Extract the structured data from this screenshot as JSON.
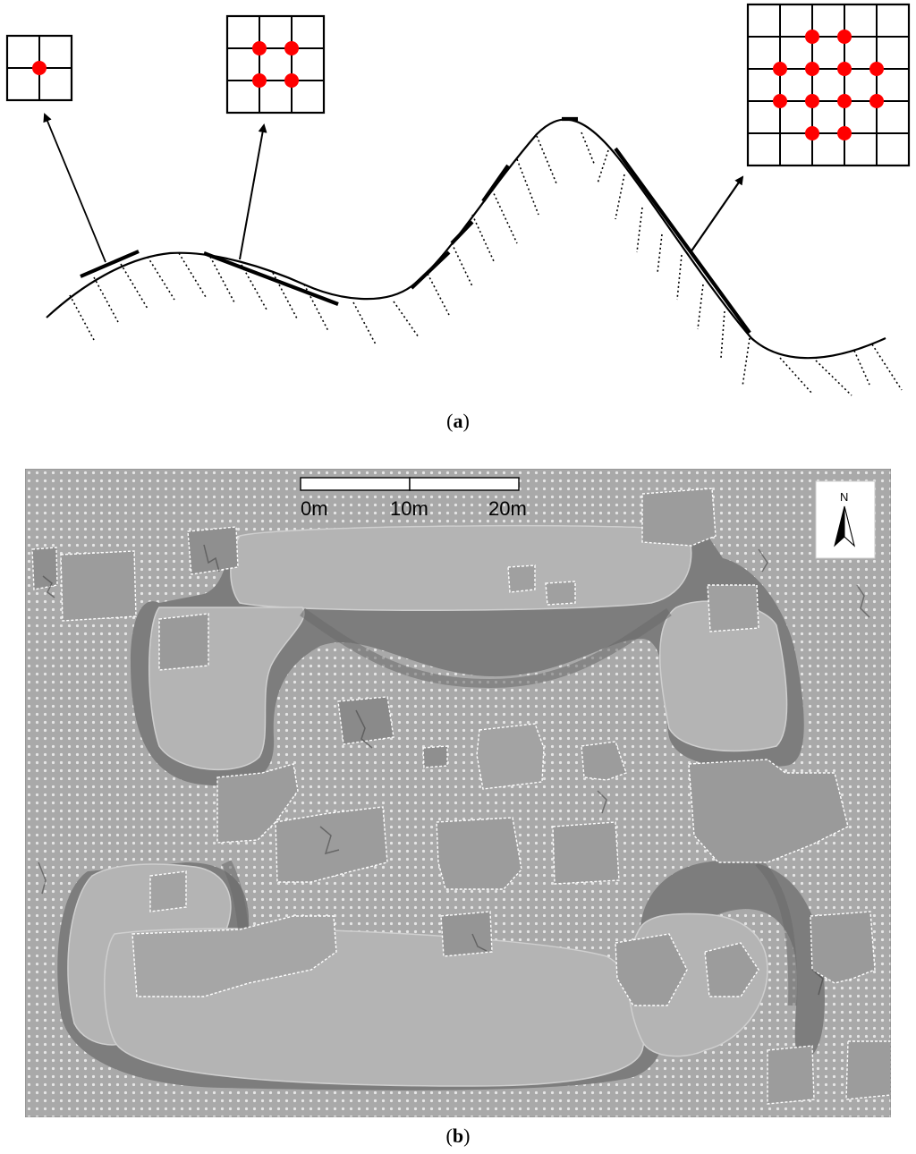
{
  "panel_a": {
    "caption_label": "a",
    "grid_sizes": [
      2,
      3,
      5
    ]
  },
  "panel_b": {
    "caption_label": "b",
    "scale_bar": {
      "labels": [
        "0m",
        "10m",
        "20m"
      ]
    },
    "north_arrow": {
      "label": "N"
    }
  },
  "colors": {
    "sample_point": "#ff0000",
    "outline": "#ffffff",
    "terrain": "#a9a9a9",
    "line": "#000000"
  }
}
